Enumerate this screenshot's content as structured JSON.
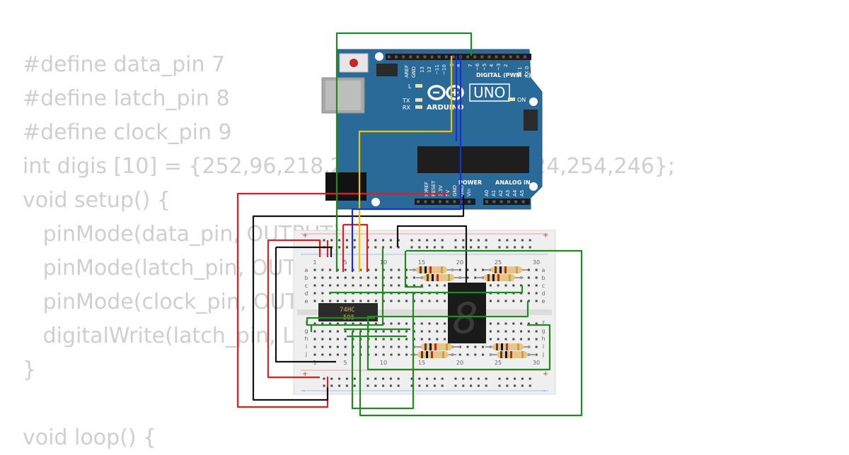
{
  "code_lines": [
    "#define data_pin 7",
    "#define latch_pin 8",
    "#define clock_pin 9",
    "int digis [10] = {252,96,218,242,102,182,190,224,254,246};",
    "void setup() {",
    "   pinMode(data_pin, OUTPUT);",
    "   pinMode(latch_pin, OUTPUT);",
    "   pinMode(clock_pin, OUTPUT);",
    "   digitalWrite(latch_pin, LOW);",
    "}",
    "",
    "void loop() {"
  ],
  "board": {
    "brand": "ARDUINO",
    "model": "UNO",
    "digital_header": "DIGITAL (PWM ~)",
    "power_label": "POWER",
    "analog_label": "ANALOG IN",
    "on_label": "ON",
    "tx_label": "TX",
    "rx_label": "RX",
    "l_label": "L",
    "top_pins": [
      "AREF",
      "GND",
      "13",
      "12",
      "~11",
      "~10",
      "~9",
      "8",
      "7",
      "~6",
      "~5",
      "4",
      "~3",
      "2",
      "TX 1",
      "RX 0"
    ],
    "power_pins": [
      "IOREF",
      "RESET",
      "3.3V",
      "5V",
      "GND",
      "GND",
      "Vin"
    ],
    "analog_pins": [
      "A0",
      "A1",
      "A2",
      "A3",
      "A4",
      "A5"
    ]
  },
  "breadboard": {
    "column_numbers": [
      "1",
      "5",
      "10",
      "15",
      "20",
      "25",
      "30"
    ],
    "row_letters_top": [
      "a",
      "b",
      "c",
      "d",
      "e"
    ],
    "row_letters_bottom": [
      "f",
      "g",
      "h",
      "i",
      "j"
    ],
    "rail_plus": "+",
    "rail_minus": "-"
  },
  "chip": {
    "line1": "74HC",
    "line2": "595"
  },
  "display": {
    "digit": "8"
  },
  "colors": {
    "board": "#2a6a99",
    "breadboard": "#efefef",
    "wire_red": "#e02020",
    "wire_black": "#111111",
    "wire_green": "#1f8a1f",
    "wire_yellow": "#f2c200",
    "wire_blue": "#1a2fd6"
  }
}
